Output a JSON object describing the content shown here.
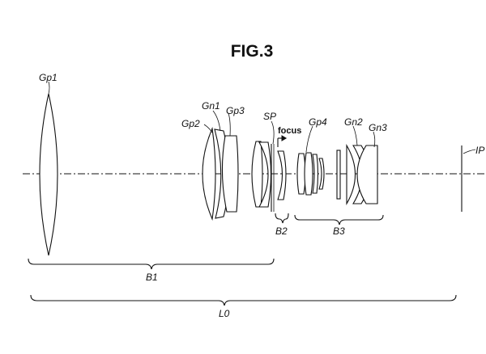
{
  "figure": {
    "title": "FIG.3"
  },
  "labels": {
    "gp1": "Gp1",
    "gp2": "Gp2",
    "gn1": "Gn1",
    "gp3": "Gp3",
    "sp": "SP",
    "focus": "focus",
    "gp4": "Gp4",
    "gn2": "Gn2",
    "gn3": "Gn3",
    "ip": "IP",
    "b1": "B1",
    "b2": "B2",
    "b3": "B3",
    "l0": "L0"
  }
}
